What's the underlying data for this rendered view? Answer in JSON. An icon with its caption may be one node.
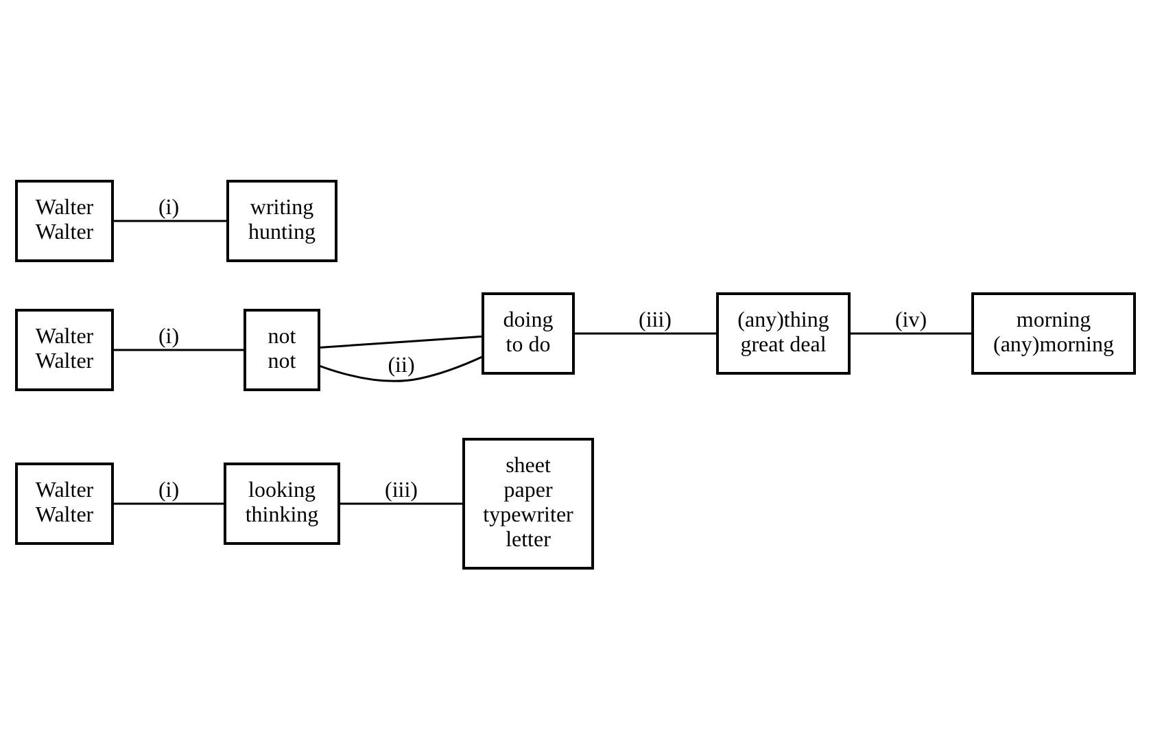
{
  "diagram": {
    "nodes": [
      {
        "text": [
          "Walter",
          "Walter"
        ]
      },
      {
        "text": [
          "looking",
          "thinking"
        ]
      },
      {
        "text": [
          "sheet",
          "paper",
          "typewriter",
          "letter"
        ]
      },
      {
        "text": [
          "Walter",
          "Walter"
        ]
      },
      {
        "text": [
          "not",
          "not"
        ]
      },
      {
        "text": [
          "doing",
          "to do"
        ]
      },
      {
        "text": [
          "(any)thing",
          "great deal"
        ]
      },
      {
        "text": [
          "morning",
          "(any)morning"
        ]
      },
      {
        "text": [
          "Walter",
          "Walter"
        ]
      },
      {
        "text": [
          "writing",
          "hunting"
        ]
      }
    ],
    "edges": [
      {
        "from": 0,
        "to": 1,
        "arrow": "none",
        "label": "(i)"
      },
      {
        "from": 1,
        "to": 2,
        "arrow": "none",
        "label": "(iii)"
      },
      {
        "from": 3,
        "to": 4,
        "arrow": "none",
        "label": "(i)"
      },
      {
        "from": 4,
        "to": 5,
        "arrow": "none"
      },
      {
        "from": 4,
        "to": 5,
        "arrow": "none",
        "label": "(ii)"
      },
      {
        "from": 5,
        "to": 6,
        "arrow": "none",
        "label": "(iii)"
      },
      {
        "from": 6,
        "to": 7,
        "arrow": "none",
        "label": "(iv)"
      },
      {
        "from": 8,
        "to": 9,
        "arrow": "none",
        "label": "(i)"
      }
    ]
  }
}
